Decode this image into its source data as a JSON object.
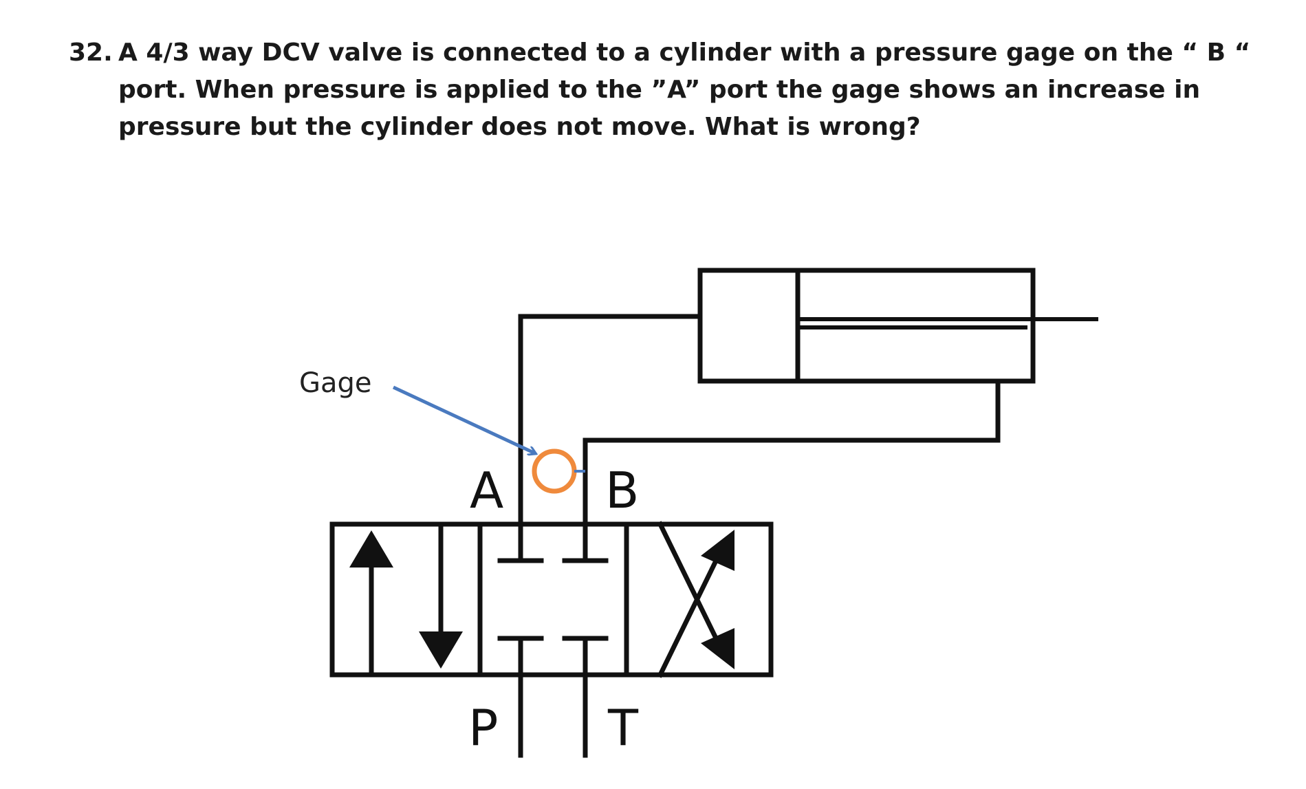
{
  "question": {
    "number": "32.",
    "text": "A 4/3 way DCV valve is connected to a cylinder with a pressure gage on the “ B “ port. When pressure is applied to the ”A” port the gage shows an increase in pressure but the cylinder does not move. What is wrong?"
  },
  "diagram": {
    "gage_label": "Gage",
    "ports": {
      "a": "A",
      "b": "B",
      "p": "P",
      "t": "T"
    },
    "colors": {
      "pointer_arrow": "#4a7abf",
      "gage_circle": "#ef8a3c",
      "lines": "#111111"
    }
  }
}
